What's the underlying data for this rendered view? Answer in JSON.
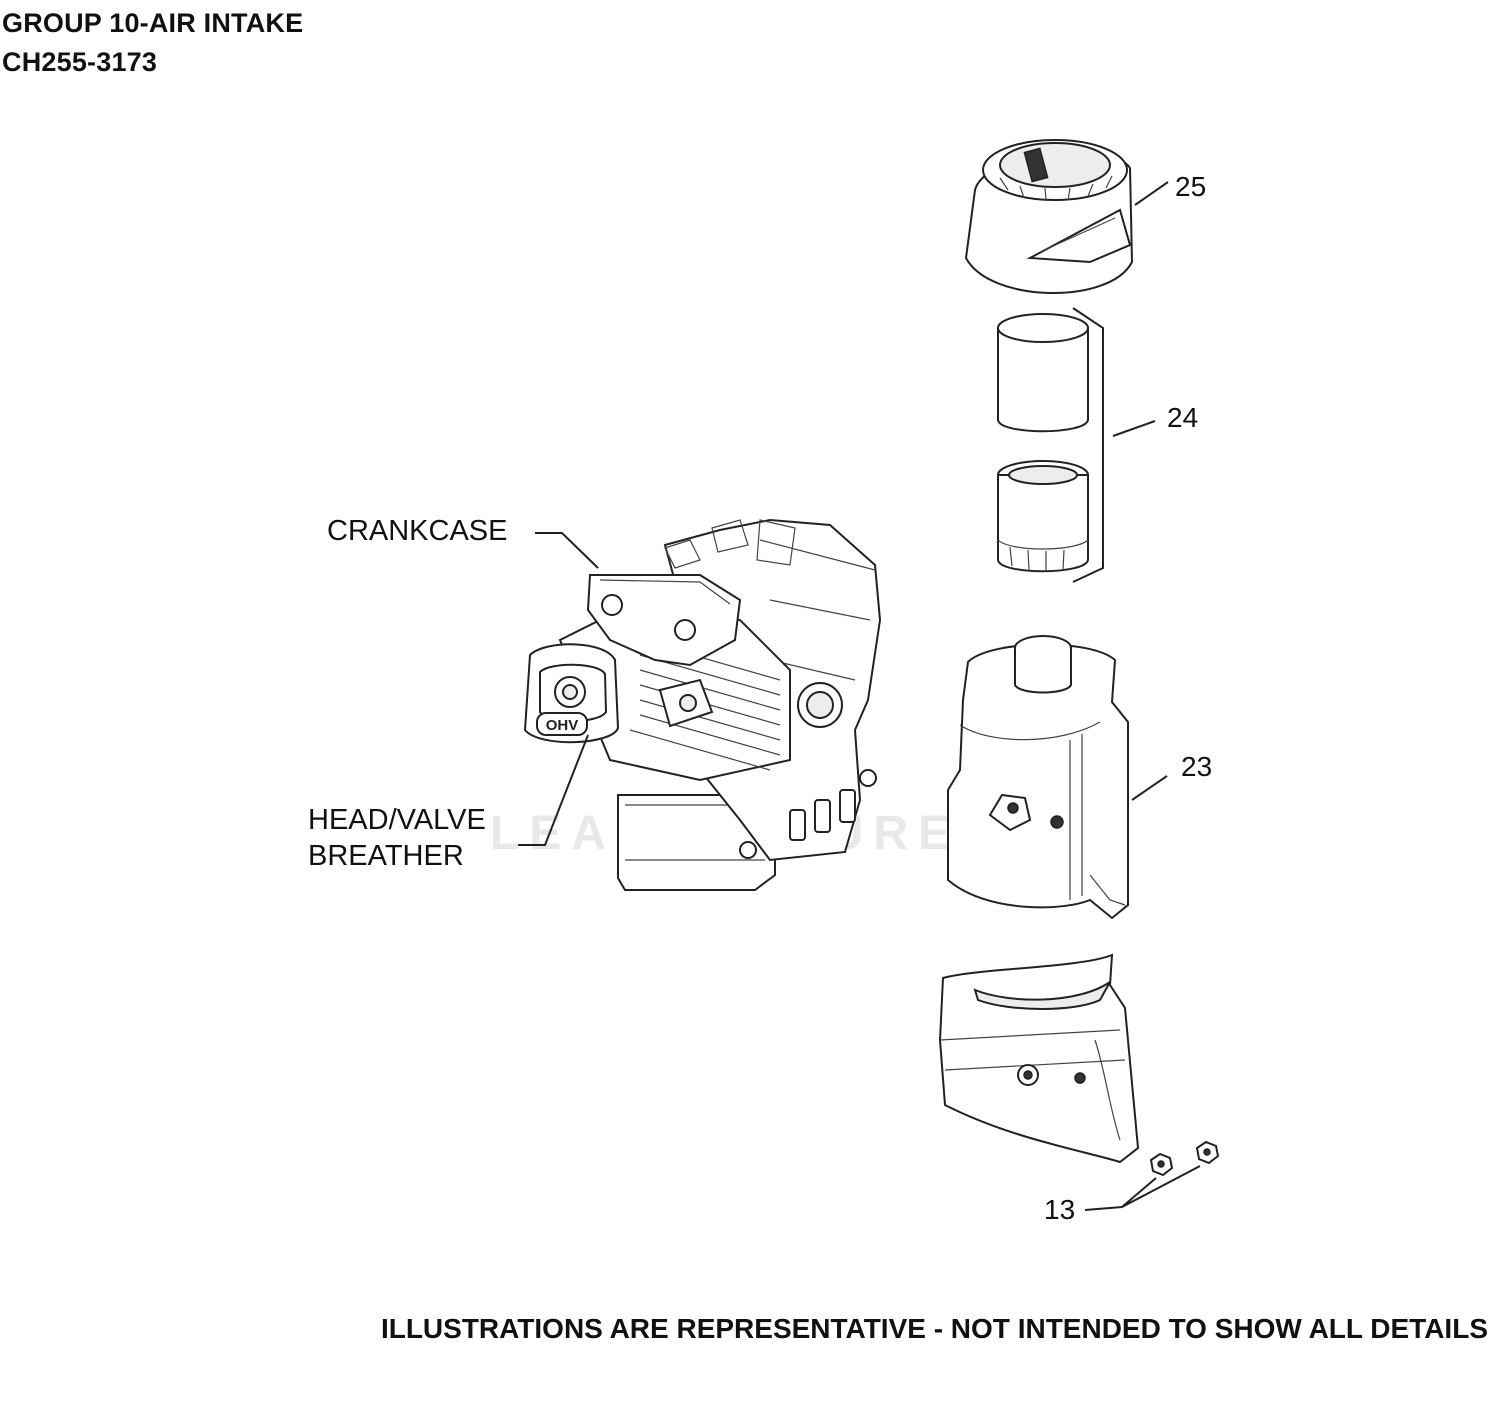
{
  "header": {
    "group_title": "GROUP 10-AIR INTAKE",
    "model": "CH255-3173"
  },
  "labels": {
    "crankcase": "CRANKCASE",
    "head_valve": "HEAD/VALVE",
    "breather": "BREATHER"
  },
  "callouts": [
    "25",
    "24",
    "23",
    "13"
  ],
  "watermark": "LEADVENTURE",
  "engine_badge": "OHV",
  "footer": "ILLUSTRATIONS ARE REPRESENTATIVE - NOT INTENDED TO SHOW ALL DETAILS"
}
